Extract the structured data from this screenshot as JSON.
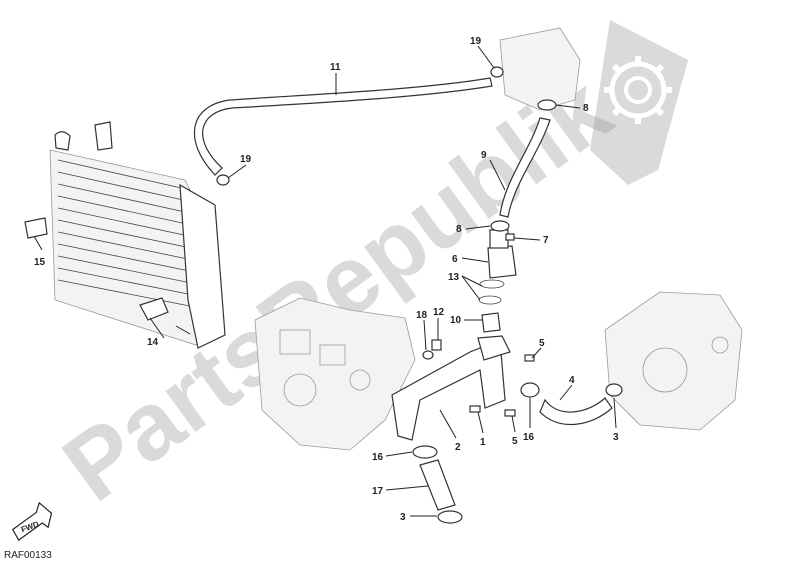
{
  "diagram": {
    "reference_code": "RAF00133",
    "fwd_badge": "FWD",
    "watermark": "PartsRepublik",
    "callouts": [
      "11",
      "19",
      "19",
      "8",
      "9",
      "8",
      "7",
      "6",
      "13",
      "12",
      "18",
      "10",
      "5",
      "4",
      "3",
      "5",
      "16",
      "1",
      "2",
      "16",
      "17",
      "3",
      "15",
      "14"
    ]
  },
  "colors": {
    "line": "#222222",
    "watermark": "#969696"
  },
  "icons": [
    "gear-icon",
    "fwd-arrow-icon"
  ]
}
